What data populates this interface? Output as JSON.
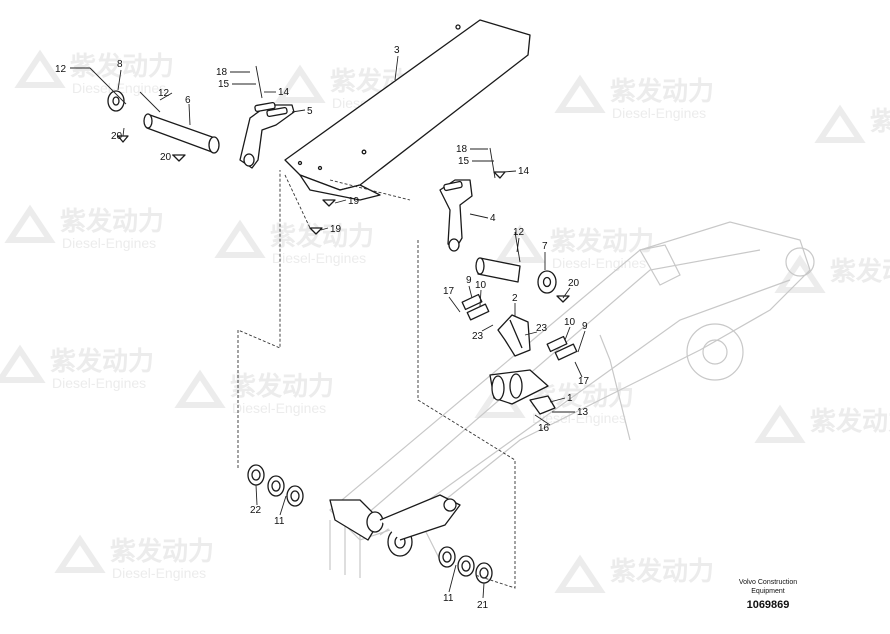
{
  "watermark": {
    "brand": "紫发动力",
    "tagline": "Diesel-Engines"
  },
  "callouts": [
    {
      "id": "c12a",
      "text": "12"
    },
    {
      "id": "c8",
      "text": "8"
    },
    {
      "id": "c12b",
      "text": "12"
    },
    {
      "id": "c6",
      "text": "6"
    },
    {
      "id": "c20a",
      "text": "20"
    },
    {
      "id": "c20b",
      "text": "20"
    },
    {
      "id": "c18a",
      "text": "18"
    },
    {
      "id": "c15a",
      "text": "15"
    },
    {
      "id": "c14a",
      "text": "14"
    },
    {
      "id": "c5",
      "text": "5"
    },
    {
      "id": "c3",
      "text": "3"
    },
    {
      "id": "c19a",
      "text": "19"
    },
    {
      "id": "c19b",
      "text": "19"
    },
    {
      "id": "c18b",
      "text": "18"
    },
    {
      "id": "c15b",
      "text": "15"
    },
    {
      "id": "c14b",
      "text": "14"
    },
    {
      "id": "c4",
      "text": "4"
    },
    {
      "id": "c12c",
      "text": "12"
    },
    {
      "id": "c7",
      "text": "7"
    },
    {
      "id": "c20c",
      "text": "20"
    },
    {
      "id": "c9a",
      "text": "9"
    },
    {
      "id": "c10a",
      "text": "10"
    },
    {
      "id": "c17a",
      "text": "17"
    },
    {
      "id": "c2",
      "text": "2"
    },
    {
      "id": "c23a",
      "text": "23"
    },
    {
      "id": "c23b",
      "text": "23"
    },
    {
      "id": "c10b",
      "text": "10"
    },
    {
      "id": "c9b",
      "text": "9"
    },
    {
      "id": "c17b",
      "text": "17"
    },
    {
      "id": "c1",
      "text": "1"
    },
    {
      "id": "c13",
      "text": "13"
    },
    {
      "id": "c16",
      "text": "16"
    },
    {
      "id": "c22",
      "text": "22"
    },
    {
      "id": "c11a",
      "text": "11"
    },
    {
      "id": "c11b",
      "text": "11"
    },
    {
      "id": "c21",
      "text": "21"
    }
  ],
  "footer": {
    "company_line1": "Volvo Construction",
    "company_line2": "Equipment",
    "doc_number": "1069869"
  }
}
